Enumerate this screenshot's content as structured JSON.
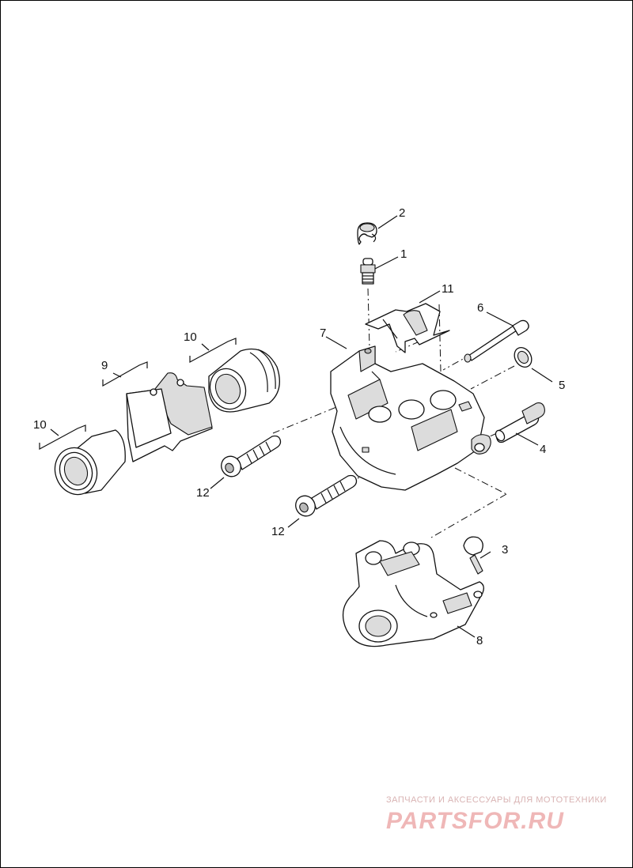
{
  "callouts": {
    "c1": "1",
    "c2": "2",
    "c3": "3",
    "c4": "4",
    "c5": "5",
    "c6": "6",
    "c7": "7",
    "c8": "8",
    "c9": "9",
    "c10a": "10",
    "c10b": "10",
    "c11": "11",
    "c12a": "12",
    "c12b": "12"
  },
  "watermark": {
    "tagline": "ЗАПЧАСТИ И АКСЕССУАРЫ ДЛЯ МОТОТЕХНИКИ",
    "logo": "PARTSFOR.RU"
  }
}
